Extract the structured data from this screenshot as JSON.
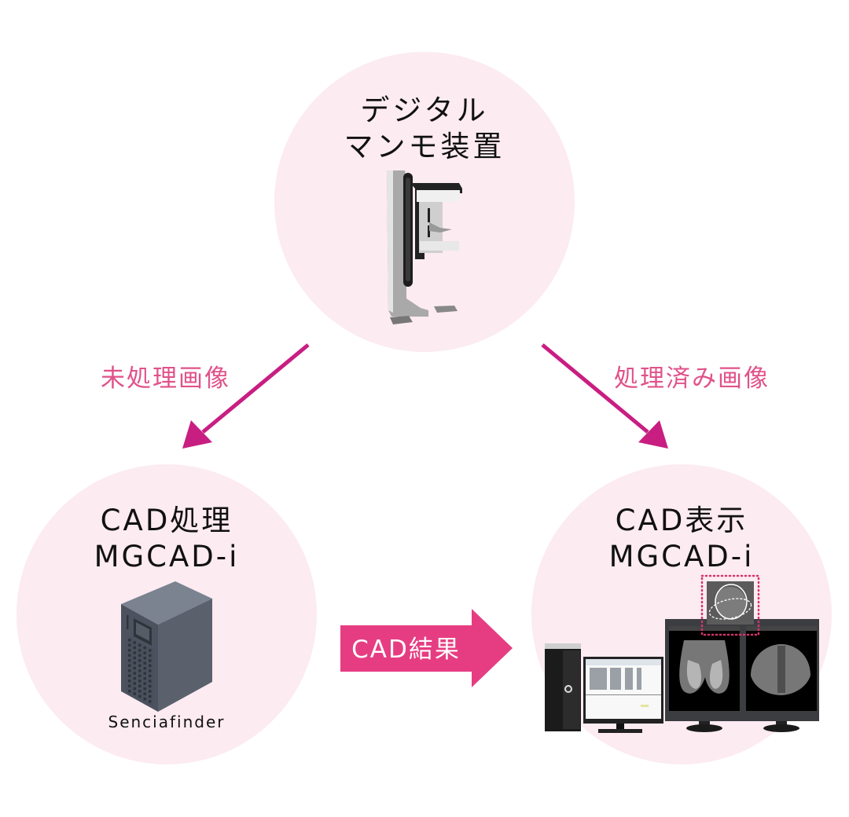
{
  "diagram": {
    "colors": {
      "circle_fill": "#fcebf1",
      "arrow_line": "#c81e82",
      "label_pink": "#e0528a",
      "result_arrow": "#e63d82"
    },
    "nodes": {
      "mammography": {
        "title_line1": "デジタル",
        "title_line2": "マンモ装置",
        "icon": "mammography-machine-icon"
      },
      "cad_processing": {
        "title_line1": "CAD処理",
        "title_line2": "MGCAD-i",
        "icon": "server-tower-icon",
        "caption": "Senciafinder"
      },
      "cad_display": {
        "title_line1": "CAD表示",
        "title_line2": "MGCAD-i",
        "icon": "workstation-monitors-icon"
      }
    },
    "edges": {
      "to_processing": {
        "label": "未処理画像",
        "from": "mammography",
        "to": "cad_processing"
      },
      "to_display": {
        "label": "処理済み画像",
        "from": "mammography",
        "to": "cad_display"
      },
      "result": {
        "label": "CAD結果",
        "from": "cad_processing",
        "to": "cad_display"
      }
    }
  }
}
